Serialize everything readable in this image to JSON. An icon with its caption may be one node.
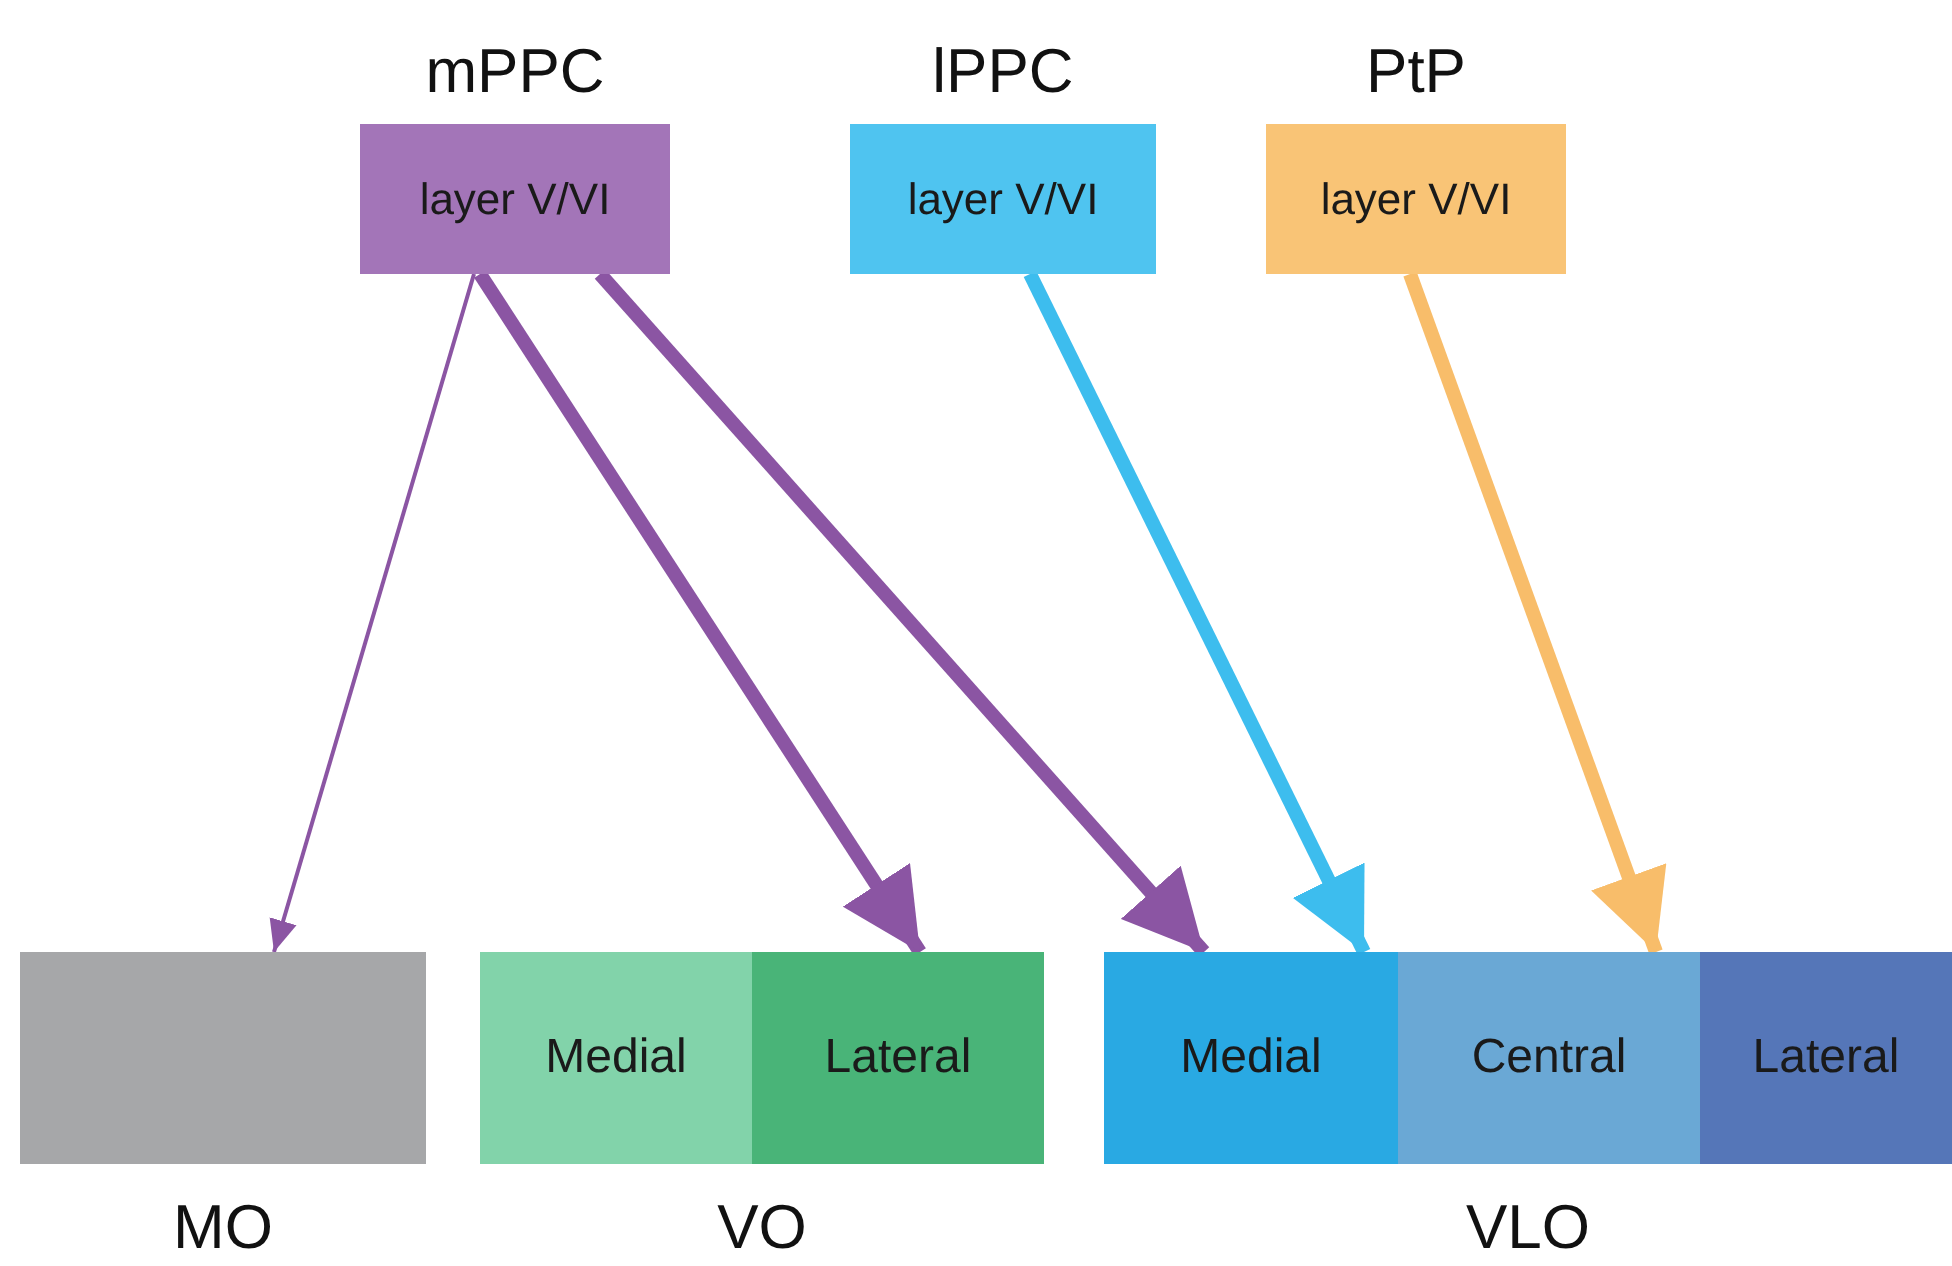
{
  "diagram": {
    "nodes": [
      {
        "text": [
          "mPPC",
          "layer V/VI"
        ]
      },
      {
        "text": [
          "lPPC",
          "layer V/VI"
        ]
      },
      {
        "text": [
          "PtP",
          "layer V/VI"
        ]
      },
      {
        "text": [
          "MO"
        ]
      },
      {
        "text": [
          "VO"
        ]
      },
      {
        "text": [
          "Medial"
        ],
        "in": 4
      },
      {
        "text": [
          "Lateral"
        ],
        "in": 4
      },
      {
        "text": [
          "VLO"
        ]
      },
      {
        "text": [
          "Medial"
        ],
        "in": 7
      },
      {
        "text": [
          "Central"
        ],
        "in": 7
      },
      {
        "text": [
          "Lateral"
        ],
        "in": 7
      }
    ],
    "edges": [
      {
        "from": 0,
        "to": 3,
        "arrow": "to"
      },
      {
        "from": 0,
        "to": 6,
        "arrow": "to"
      },
      {
        "from": 0,
        "to": 8,
        "arrow": "to"
      },
      {
        "from": 1,
        "to": 8,
        "arrow": "to",
        "color": "#3dbdee"
      },
      {
        "from": 2,
        "to": 9,
        "arrow": "to",
        "color": "#f8bd6a"
      }
    ]
  }
}
